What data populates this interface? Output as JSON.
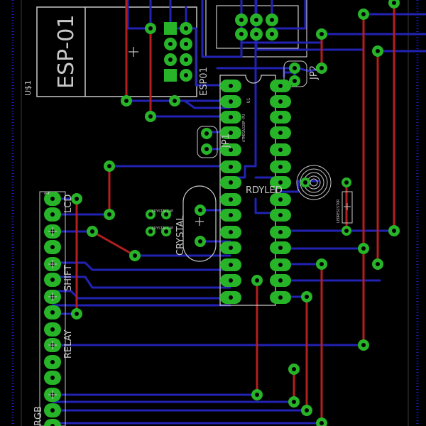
{
  "colors": {
    "background": "#000000",
    "bottom_trace": "#2222b4",
    "top_trace": "#b41e1e",
    "pad": "#28b428",
    "silkscreen": "#c8c8c8",
    "dimension": "#1e1ed2"
  },
  "labels": {
    "esp_module": "ESP-01",
    "u1": "U$1",
    "esp01": "ESP01",
    "jp2": "JP2",
    "jp1": "JP1",
    "rdyled": "RDYLED",
    "lcd": "LCD",
    "shift": "SHIFT",
    "relay": "RELAY",
    "crystal": "CRYSTAL",
    "crystal_cap1": "CRYSTALCAP",
    "crystal_cap2": "CRYSTALCAP",
    "rgb": "RGB",
    "ledresistor": "LEDRESISTOR",
    "chip_text": "ATMEGA328P-PU",
    "u1_small": "U1",
    "header_pin1": "1"
  }
}
